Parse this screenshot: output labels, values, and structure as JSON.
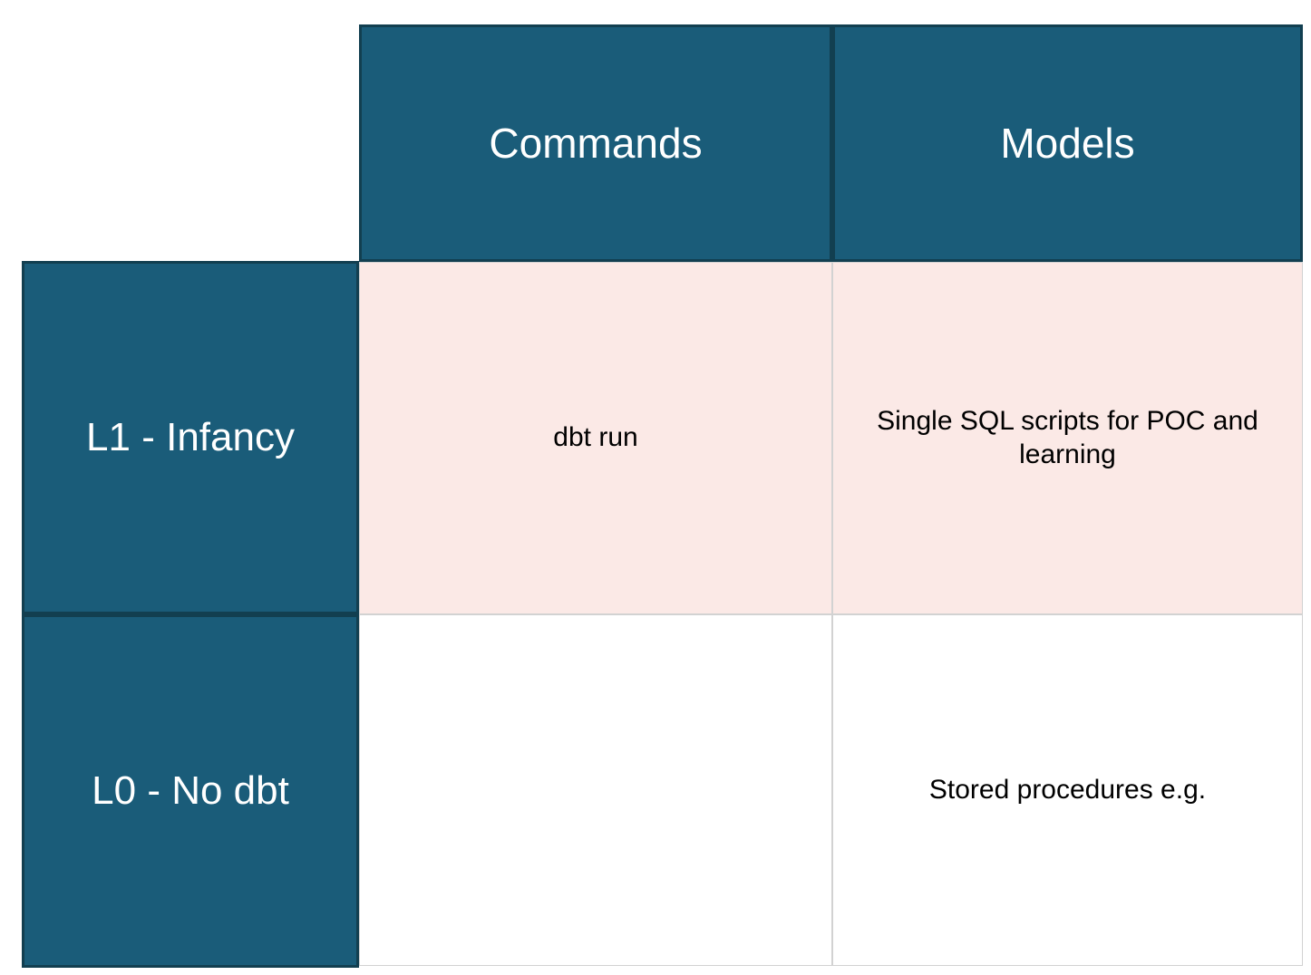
{
  "table": {
    "corner_label": "",
    "column_headers": [
      {
        "id": "commands",
        "label": "Commands"
      },
      {
        "id": "models",
        "label": "Models"
      }
    ],
    "rows": [
      {
        "id": "l1-infancy",
        "label": "L1 - Infancy",
        "row_fill": "#fbe9e6",
        "cells": [
          {
            "column": "commands",
            "text": "dbt run"
          },
          {
            "column": "models",
            "text": "Single SQL scripts for POC and learning"
          }
        ]
      },
      {
        "id": "l0-no-dbt",
        "label": "L0 - No dbt",
        "row_fill": "#ffffff",
        "cells": [
          {
            "column": "commands",
            "text": ""
          },
          {
            "column": "models",
            "text": "Stored procedures e.g."
          }
        ]
      }
    ]
  },
  "colors": {
    "header_teal": "#1a5c79",
    "header_border": "#123f50",
    "row_highlight_pink": "#fbe9e6",
    "grid_line": "#d2d2d2",
    "header_text": "#ffffff",
    "body_text": "#000000",
    "page_background": "#ffffff"
  }
}
